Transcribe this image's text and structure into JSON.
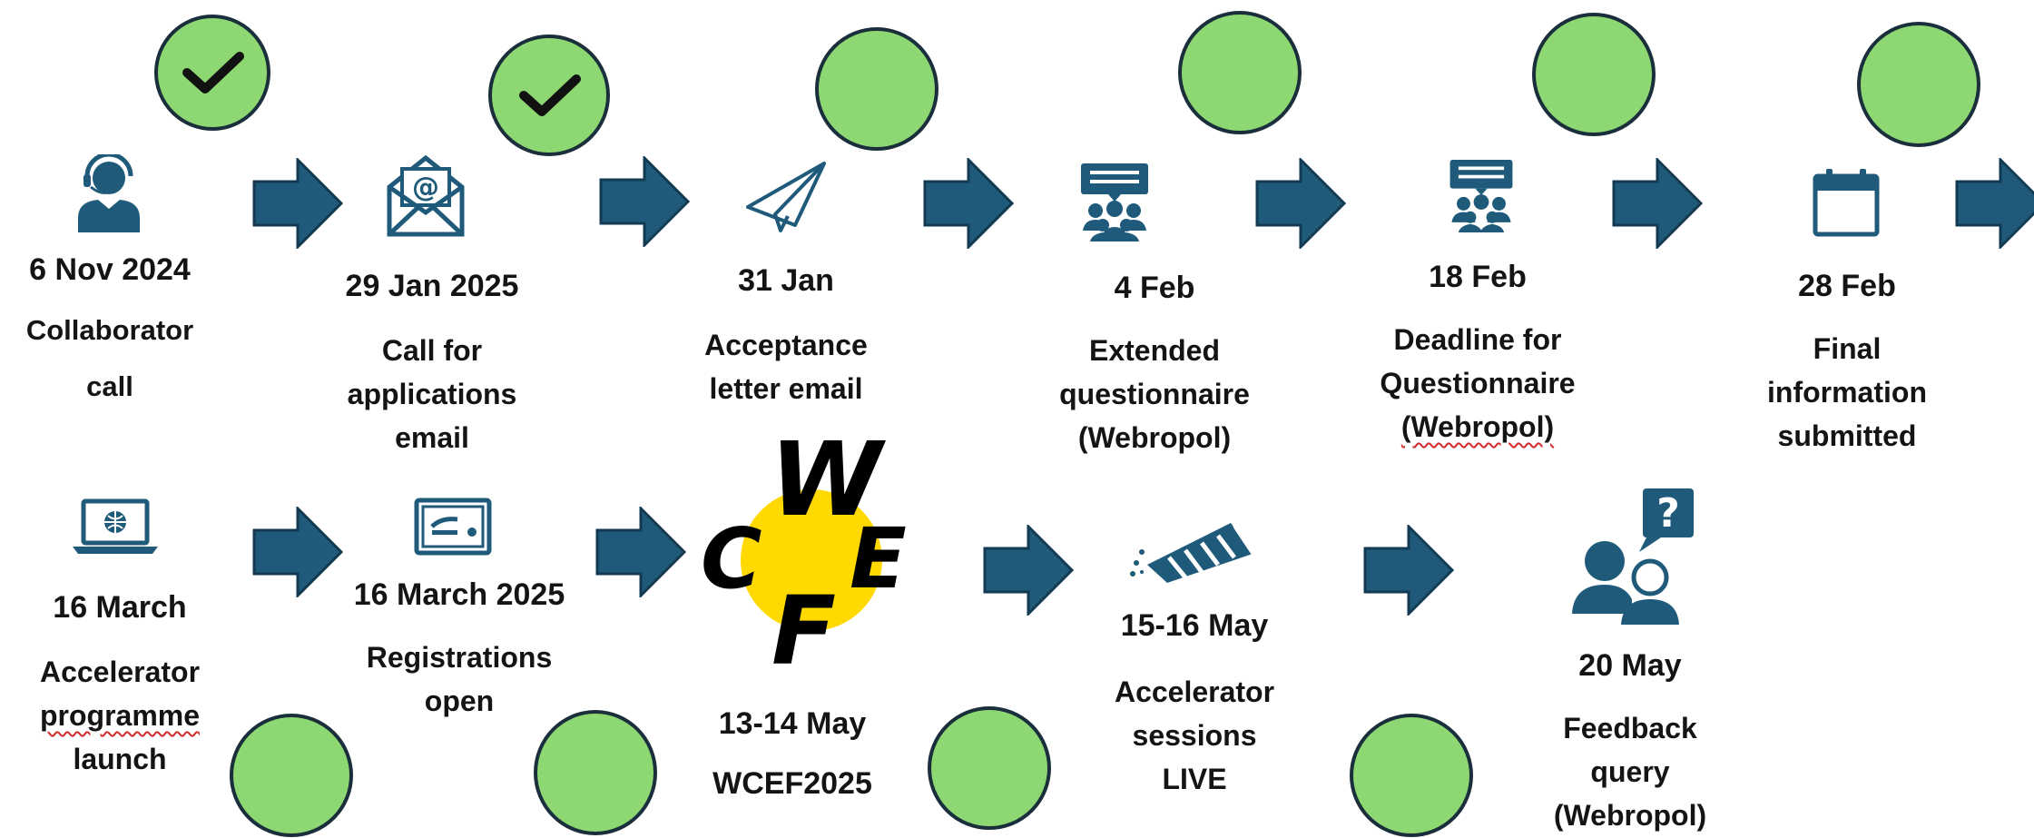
{
  "steps": [
    {
      "date": "6 Nov 2024",
      "label": "Collaborator",
      "label2": "call",
      "status": "done",
      "icon": "headset-person-icon"
    },
    {
      "date": "29 Jan 2025",
      "label": "Call for",
      "label2": "applications",
      "label3": "email",
      "status": "done",
      "icon": "email-envelope-icon"
    },
    {
      "date": "31 Jan",
      "label": "Acceptance",
      "label2": "letter email",
      "status": "pending",
      "icon": "paper-plane-icon"
    },
    {
      "date": "4 Feb",
      "label": "Extended",
      "label2": "questionnaire",
      "label3": "(Webropol)",
      "status": "pending",
      "icon": "audience-presentation-icon"
    },
    {
      "date": "18 Feb",
      "label": "Deadline for",
      "label2": "Questionnaire",
      "label3": "(Webropol)",
      "status": "pending",
      "icon": "audience-presentation-icon"
    },
    {
      "date": "28 Feb",
      "label": "Final",
      "label2": "information",
      "label3": "submitted",
      "status": "pending",
      "icon": "calendar-icon"
    },
    {
      "date": "16 March",
      "label": "Accelerator",
      "label2": "programme",
      "label3": "launch",
      "status": "pending",
      "icon": "laptop-globe-icon"
    },
    {
      "date": "16 March 2025",
      "label": "Registrations",
      "label2": "open",
      "status": "pending",
      "icon": "id-card-icon"
    },
    {
      "date": "13-14 May",
      "label": "WCEF2025",
      "status": "pending",
      "icon": "wcef-logo"
    },
    {
      "date": "15-16 May",
      "label": "Accelerator",
      "label2": "sessions",
      "label3": "LIVE",
      "status": "pending",
      "icon": "party-popper-icon"
    },
    {
      "date": "20 May",
      "label": "Feedback",
      "label2": "query",
      "label3": "(Webropol)",
      "status": "pending",
      "icon": "question-people-icon"
    }
  ],
  "logo": {
    "letters": [
      "W",
      "C",
      "E",
      "F"
    ]
  },
  "colors": {
    "circle_fill": "#8ed873",
    "circle_border": "#1a2e3b",
    "arrow": "#1f5a7a",
    "icon": "#1f5a7a",
    "logo_yellow": "#ffd900"
  }
}
